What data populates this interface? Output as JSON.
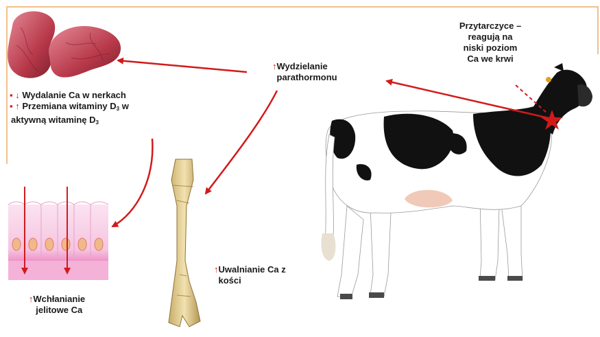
{
  "labels": {
    "parathormone_arrow": "↑",
    "parathormone": "Wydzielanie\nparathormonu",
    "parathyroid": "Przytarczyce –\nreagują na\nniski poziom\nCa we krwi",
    "kidney_line1_bullet": "▪",
    "kidney_line1_arrow": "↓",
    "kidney_line1_text": "Wydalanie Ca w nerkach",
    "kidney_line2_bullet": "▪",
    "kidney_line2_arrow": "↑",
    "kidney_line2_text_a": "Przemiana witaminy D",
    "kidney_line2_sub": "3",
    "kidney_line2_text_b": " w",
    "kidney_line3_text_a": "aktywną witaminę D",
    "kidney_line3_sub": "3",
    "intestine_arrow": "↑",
    "intestine": "Wchłanianie\njelitowe Ca",
    "bone_arrow": "↑",
    "bone": "Uwalnianie Ca z\nkości"
  },
  "colors": {
    "accent_red": "#d11a1a",
    "frame": "#f2c08a",
    "intestine_pink": "#f7c2e0",
    "kidney": "#b8394a"
  },
  "icons": {
    "kidneys": "kidneys-illustration",
    "intestine": "intestinal-villi-illustration",
    "bone": "cow-leg-bone-illustration",
    "cow": "holstein-cow-illustration",
    "parathyroid": "red-star-marker"
  }
}
